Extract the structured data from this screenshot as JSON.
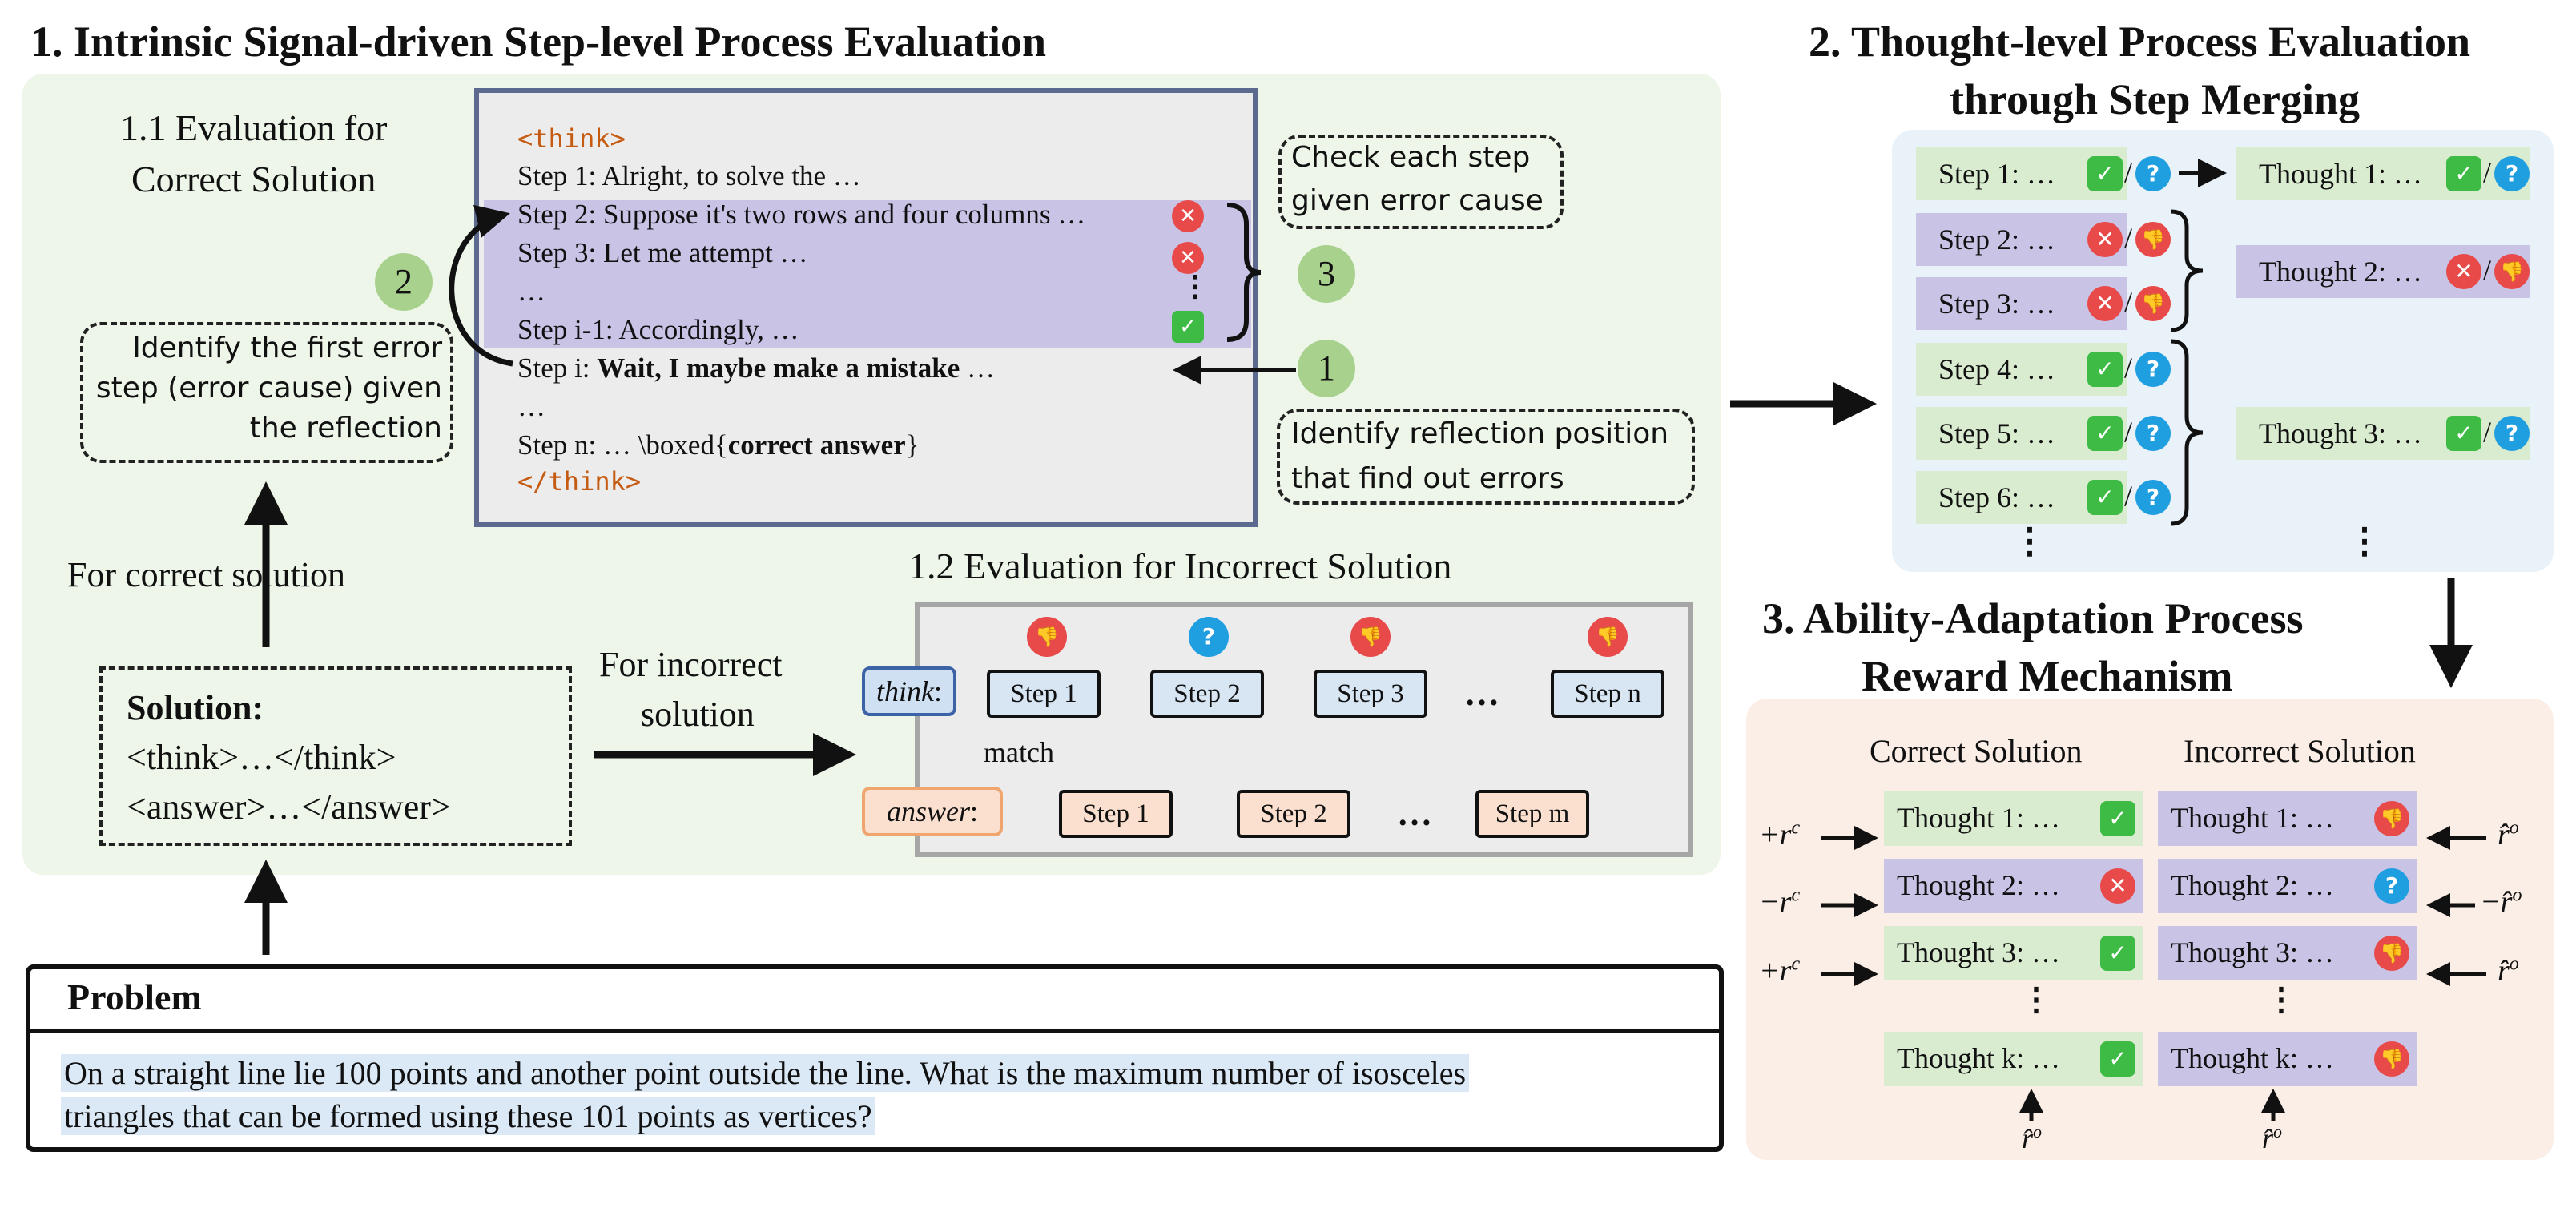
{
  "section1": {
    "title": "1. Intrinsic Signal-driven Step-level Process Evaluation",
    "sub1_title_line1": "1.1 Evaluation for",
    "sub1_title_line2": "Correct Solution",
    "think_open": "<think>",
    "think_close": "</think>",
    "lines": {
      "l1": "Step 1: Alright, to solve the  …",
      "l2": "Step 2: Suppose it's two rows and four columns …",
      "l3": "Step 3: Let me attempt …",
      "l4": "…",
      "l5": "Step i-1: Accordingly, …",
      "l6_prefix": "Step i: ",
      "l6_bold": "Wait, I maybe make a mistake",
      "l6_suffix": " …",
      "l7": "…",
      "l8_prefix": "Step n: … \\boxed{",
      "l8_bold": "correct answer",
      "l8_suffix": "}"
    },
    "identify_first_error": [
      "Identify the first error",
      "step (error cause) given",
      "the reflection"
    ],
    "check_each_step": [
      "Check each step",
      "given error cause"
    ],
    "identify_reflection": [
      "Identify reflection position",
      "that find out errors"
    ],
    "badges": {
      "one": "1",
      "two": "2",
      "three": "3"
    },
    "for_correct": "For correct  solution",
    "for_incorrect_line1": "For incorrect",
    "for_incorrect_line2": "solution",
    "solution_label": "Solution:",
    "solution_line1": "<think>…</think>",
    "solution_line2": "<answer>…</answer>",
    "sub2_title": "1.2 Evaluation for Incorrect Solution",
    "think_tag": "think",
    "answer_tag": "answer",
    "colon": ":",
    "think_steps": [
      "Step 1",
      "Step 2",
      "Step 3",
      "Step n"
    ],
    "answer_steps": [
      "Step 1",
      "Step 2",
      "Step m"
    ],
    "ellipsis": "…",
    "match_label": "match"
  },
  "problem": {
    "label": "Problem",
    "text_line1": "On a straight line lie 100 points and another point outside the line. What is the maximum number of isosceles",
    "text_line2": "triangles that can be formed using these 101 points as vertices?"
  },
  "section2": {
    "title_line1": "2. Thought-level Process Evaluation",
    "title_line2": "through Step Merging",
    "steps": [
      "Step 1: …",
      "Step 2: …",
      "Step 3: …",
      "Step 4: …",
      "Step 5: …",
      "Step 6: …"
    ],
    "thoughts": [
      "Thought 1: …",
      "Thought 2: …",
      "Thought 3: …"
    ],
    "slash": "/",
    "vdots": "⋮"
  },
  "section3": {
    "title_line1": "3. Ability-Adaptation Process",
    "title_line2": "Reward Mechanism",
    "correct_header": "Correct Solution",
    "incorrect_header": "Incorrect Solution",
    "correct_rows": [
      "Thought 1: …",
      "Thought 2: …",
      "Thought 3: …",
      "Thought k: …"
    ],
    "incorrect_rows": [
      "Thought 1: …",
      "Thought 2: …",
      "Thought 3: …",
      "Thought k: …"
    ],
    "left_rewards": [
      "+r",
      "−r",
      "+r"
    ],
    "left_sup": "c",
    "right_rewards": [
      "r̂",
      "−r̂",
      "r̂"
    ],
    "right_sup": "o",
    "bottom_reward": "r̂",
    "vdots": "⋮"
  },
  "colors": {
    "green_panel": "#eef6e9",
    "blue_panel": "#e9f2f9",
    "peach_panel": "#fbeee6",
    "purple_highlight": "#c9c3e6",
    "green_row": "#d9ecd0",
    "red_icon": "#e84a4a",
    "blue_icon": "#1f9ee0",
    "green_icon": "#3dbb45",
    "think_tag_orange": "#c55a11"
  },
  "icons": [
    "cross-icon",
    "check-icon",
    "question-icon",
    "thumbs-down-icon",
    "arrow-icon",
    "brace-icon"
  ]
}
